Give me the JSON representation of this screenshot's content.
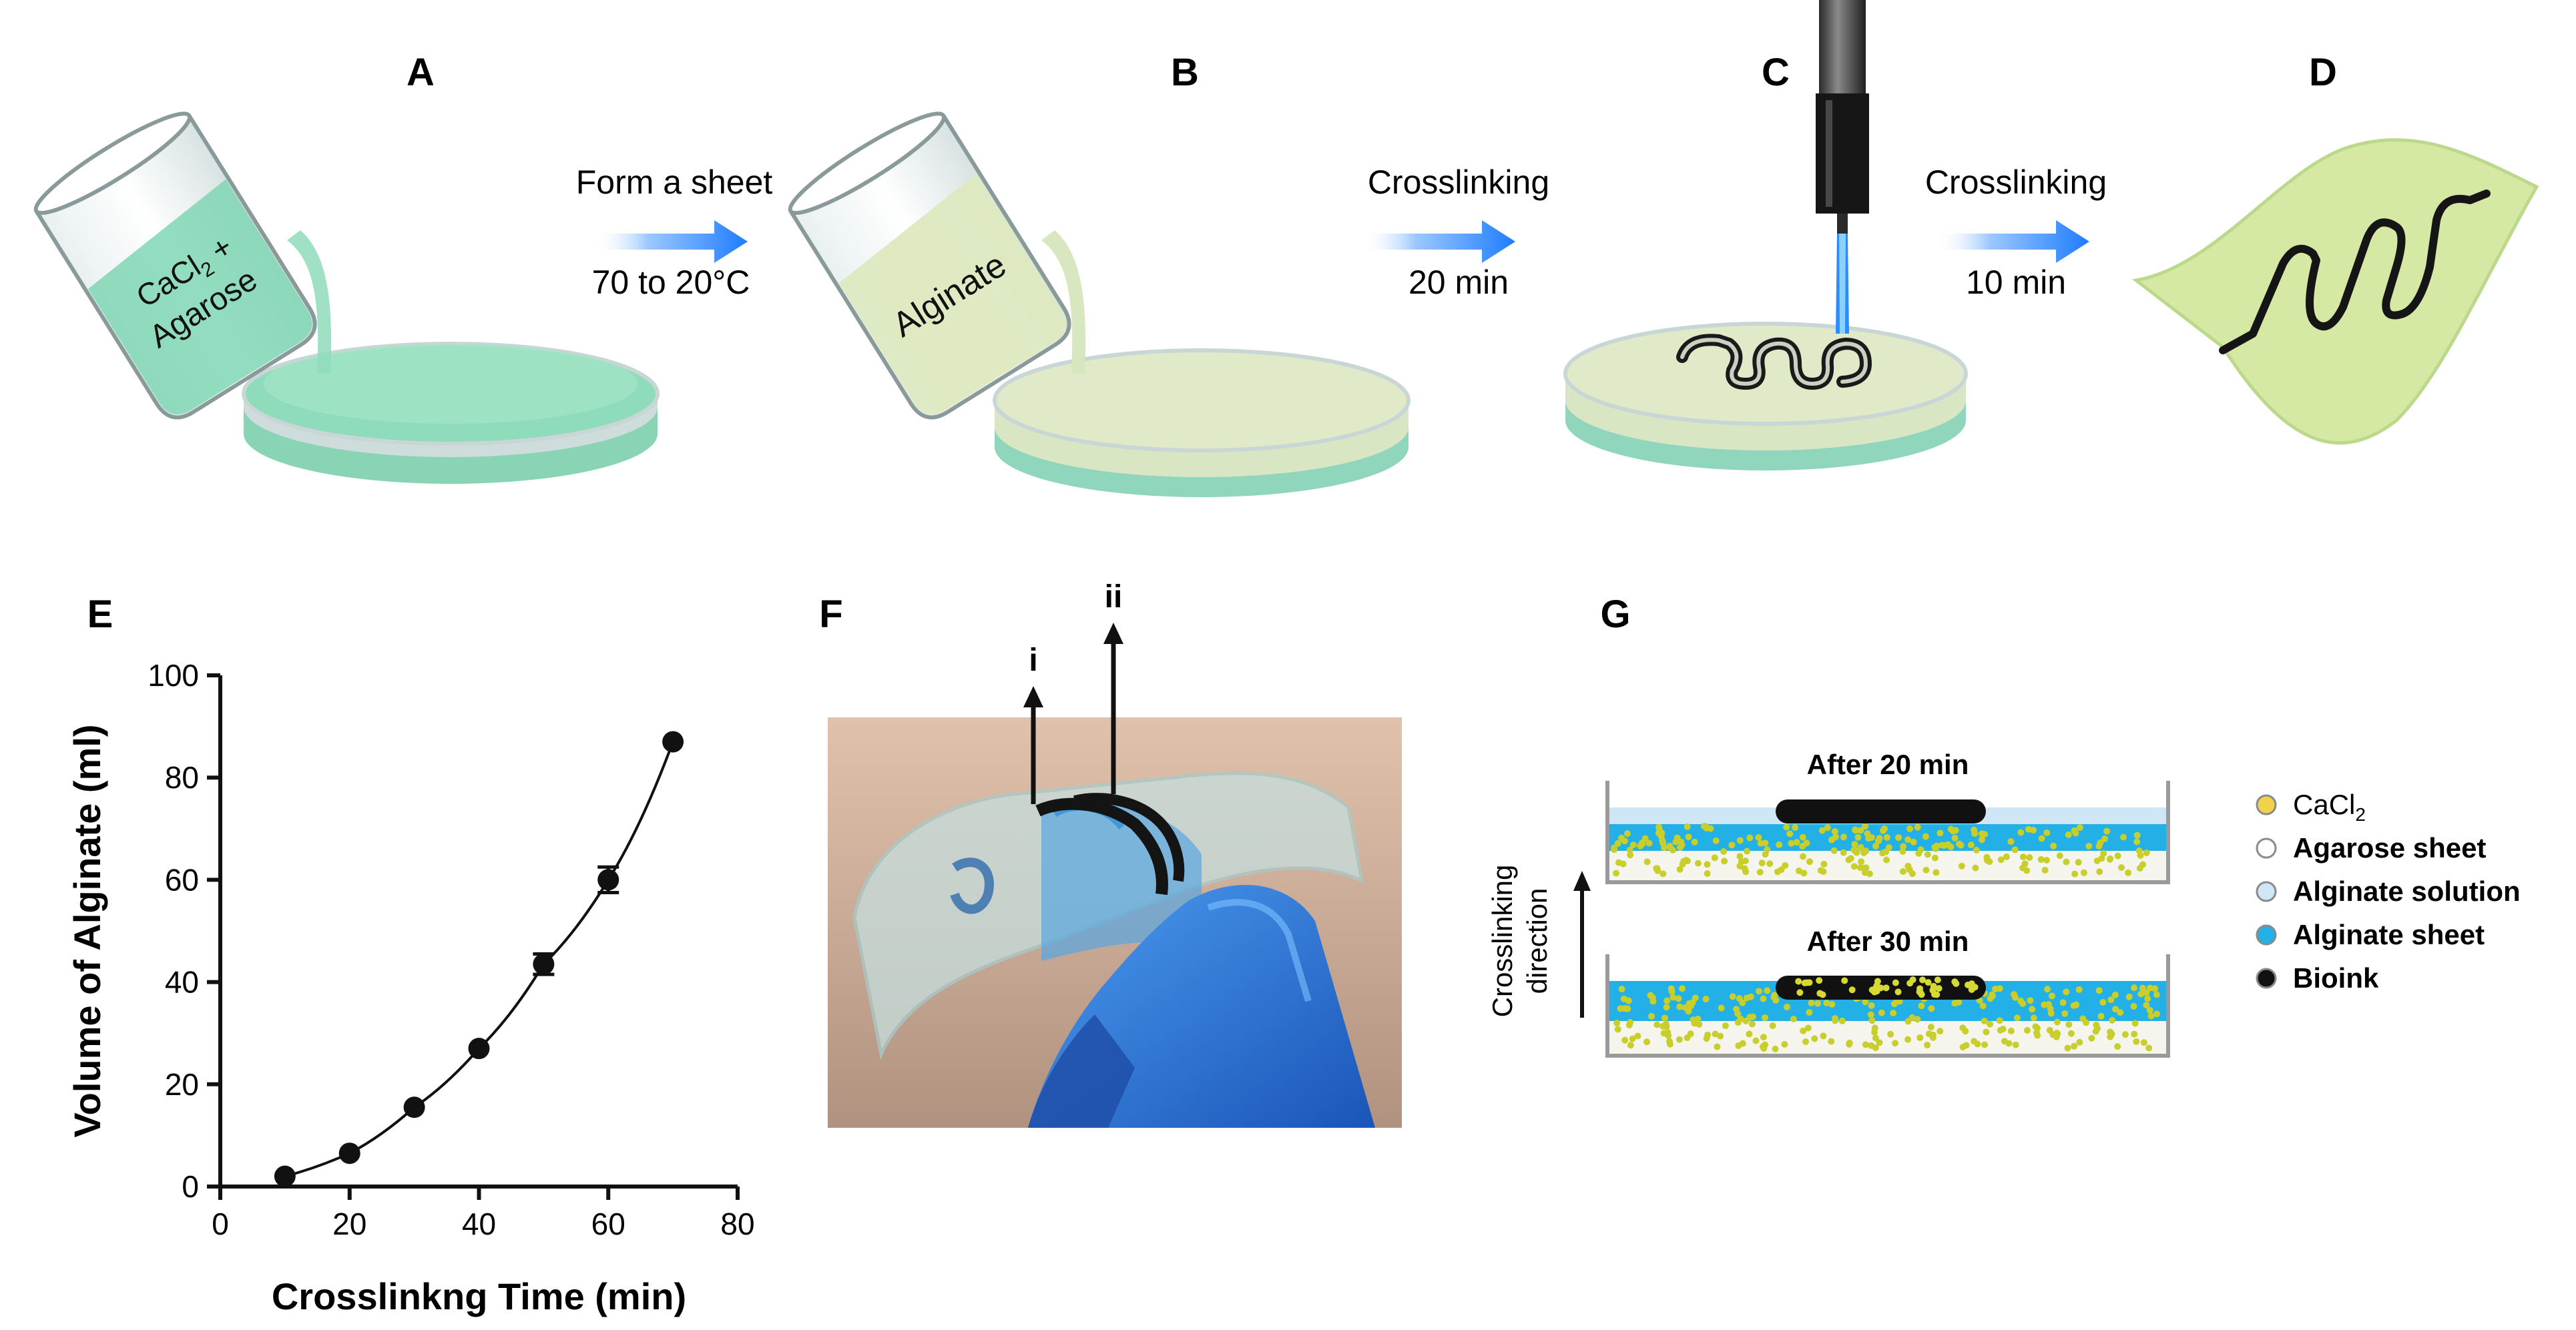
{
  "panels": {
    "a": "A",
    "b": "B",
    "c": "C",
    "d": "D",
    "e": "E",
    "f": "F",
    "g": "G"
  },
  "workflow": {
    "beaker1_line1": "CaCl",
    "beaker1_sub": "2",
    "beaker1_line1_suffix": " +",
    "beaker1_line2": "Agarose",
    "beaker2_label": "Alginate",
    "step1_top": "Form a sheet",
    "step1_bottom": "70 to 20°C",
    "step2_top": "Crosslinking",
    "step2_bottom": "20 min",
    "step3_top": "Crosslinking",
    "step3_bottom": "10 min"
  },
  "photo": {
    "arrow_i": "i",
    "arrow_ii": "ii"
  },
  "schematic": {
    "top_title": "After 20 min",
    "bottom_title": "After 30 min",
    "axis_line1": "Crosslinking",
    "axis_line2": "direction",
    "legend": [
      {
        "label": "CaCl",
        "sub": "2",
        "color": "#f2d24a"
      },
      {
        "label": "Agarose sheet",
        "sub": "",
        "color": "#ffffff"
      },
      {
        "label": "Alginate solution",
        "sub": "",
        "color": "#cfe6f7"
      },
      {
        "label": "Alginate sheet",
        "sub": "",
        "color": "#22b0e6"
      },
      {
        "label": "Bioink",
        "sub": "",
        "color": "#111111"
      }
    ]
  },
  "chart_data": {
    "type": "line",
    "xlabel": "Crosslinkng Time (min)",
    "ylabel": "Volume of Alginate (ml)",
    "xlim": [
      0,
      80
    ],
    "ylim": [
      0,
      100
    ],
    "xticks": [
      0,
      20,
      40,
      60,
      80
    ],
    "yticks": [
      0,
      20,
      40,
      60,
      80,
      100
    ],
    "grid": false,
    "series": [
      {
        "x": [
          10,
          20,
          30,
          40,
          50,
          60,
          70
        ],
        "y": [
          2,
          6.5,
          15.5,
          27,
          43.5,
          60,
          87
        ],
        "error": [
          0,
          0,
          0,
          0,
          2,
          2.5,
          0
        ],
        "color": "#111111"
      }
    ]
  }
}
